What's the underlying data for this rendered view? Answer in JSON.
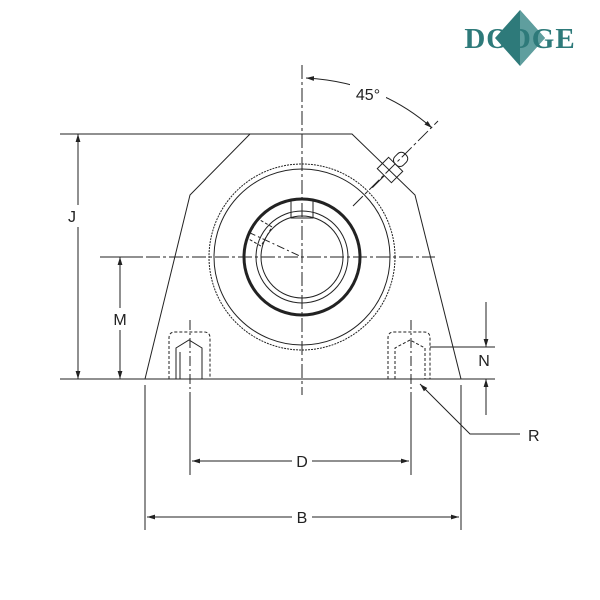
{
  "logo": {
    "text": "DODGE",
    "color": "#2e7a7a"
  },
  "angle_label": "45°",
  "dimensions": {
    "J": "J",
    "M": "M",
    "N": "N",
    "R": "R",
    "D": "D",
    "B": "B"
  },
  "line_color": "#222222"
}
